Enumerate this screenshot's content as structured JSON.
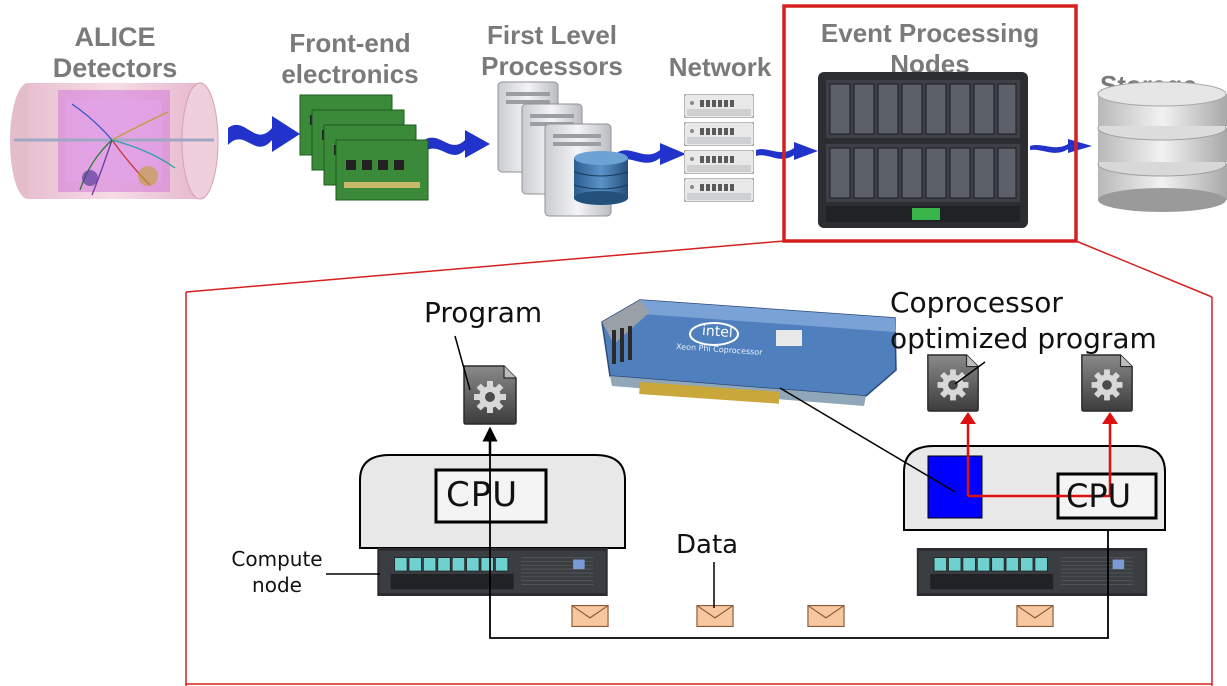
{
  "pipeline": {
    "stages": [
      {
        "line1": "ALICE",
        "line2": "Detectors"
      },
      {
        "line1": "Front-end",
        "line2": "electronics"
      },
      {
        "line1": "First Level",
        "line2": "Processors"
      },
      {
        "line1": "Network",
        "line2": ""
      },
      {
        "line1": "Event Processing",
        "line2": "Nodes"
      },
      {
        "line1": "Storage",
        "line2": ""
      }
    ]
  },
  "detail": {
    "program_label": "Program",
    "coprocessor_label_line1": "Coprocessor",
    "coprocessor_label_line2": "optimized program",
    "cpu_left": "CPU",
    "cpu_right": "CPU",
    "compute_node_line1": "Compute",
    "compute_node_line2": "node",
    "data_label": "Data",
    "card_brand": "intel",
    "card_text": "Xeon Phi Coprocessor"
  },
  "colors": {
    "highlight_red": "#d62020",
    "arrow_blue": "#2233cc",
    "coprocessor_blue": "#0000ff",
    "envelope": "#f7c8a0",
    "stage_title_gray": "#7a7a7a"
  }
}
